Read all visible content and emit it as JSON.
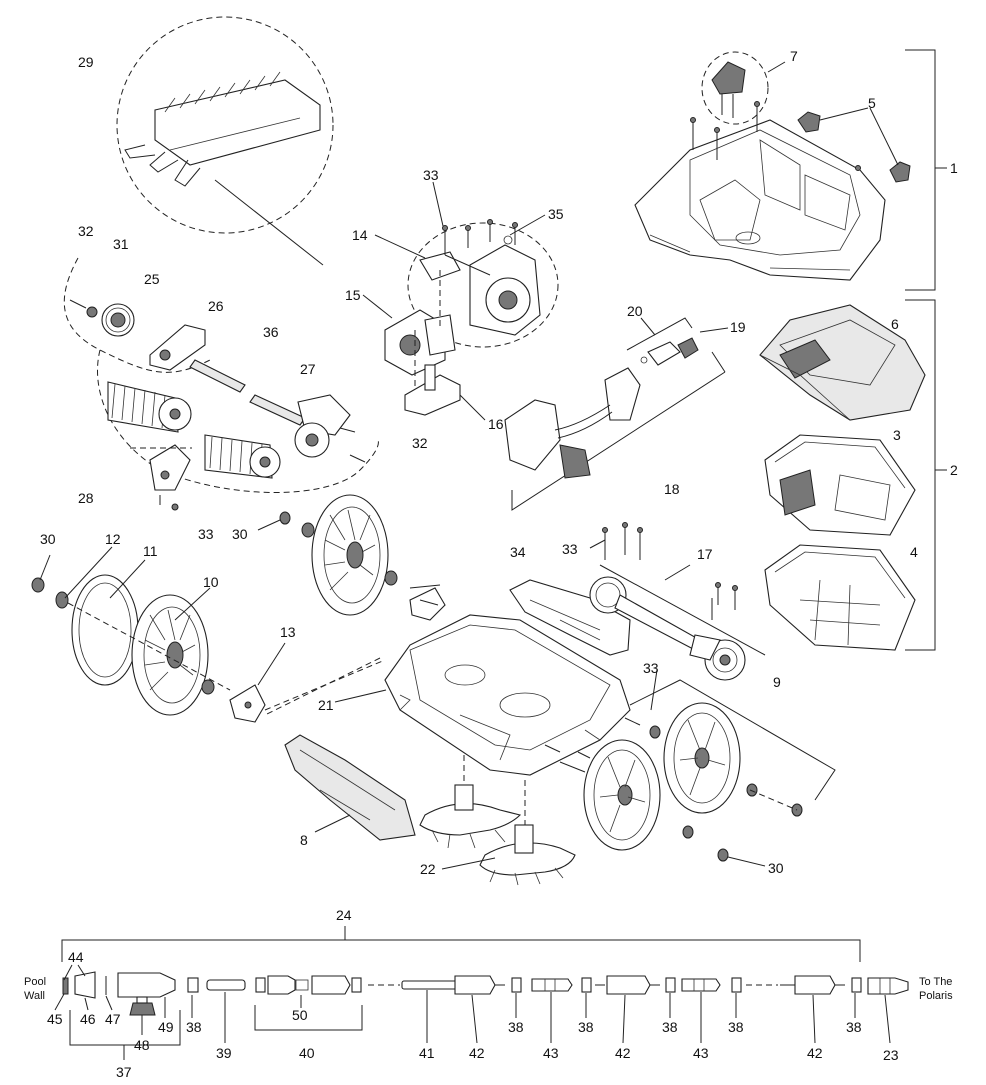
{
  "callouts": {
    "c1": "1",
    "c2": "2",
    "c3": "3",
    "c4": "4",
    "c5": "5",
    "c6": "6",
    "c7": "7",
    "c8": "8",
    "c9": "9",
    "c10": "10",
    "c11": "11",
    "c12": "12",
    "c13": "13",
    "c14": "14",
    "c15": "15",
    "c16": "16",
    "c17": "17",
    "c18": "18",
    "c19": "19",
    "c20": "20",
    "c21": "21",
    "c22": "22",
    "c23": "23",
    "c24": "24",
    "c25": "25",
    "c26": "26",
    "c27": "27",
    "c28": "28",
    "c29": "29",
    "c30a": "30",
    "c30b": "30",
    "c30c": "30",
    "c31": "31",
    "c32a": "32",
    "c32b": "32",
    "c33a": "33",
    "c33b": "33",
    "c33c": "33",
    "c33d": "33",
    "c34": "34",
    "c35": "35",
    "c36": "36",
    "c37": "37",
    "c38a": "38",
    "c38b": "38",
    "c38c": "38",
    "c38d": "38",
    "c38e": "38",
    "c38f": "38",
    "c39": "39",
    "c40": "40",
    "c41": "41",
    "c42a": "42",
    "c42b": "42",
    "c42c": "42",
    "c43a": "43",
    "c43b": "43",
    "c44": "44",
    "c45": "45",
    "c46": "46",
    "c47": "47",
    "c48": "48",
    "c49": "49",
    "c50": "50"
  },
  "texts": {
    "pool_wall_1": "Pool",
    "pool_wall_2": "Wall",
    "to_polaris_1": "To The",
    "to_polaris_2": "Polaris"
  }
}
